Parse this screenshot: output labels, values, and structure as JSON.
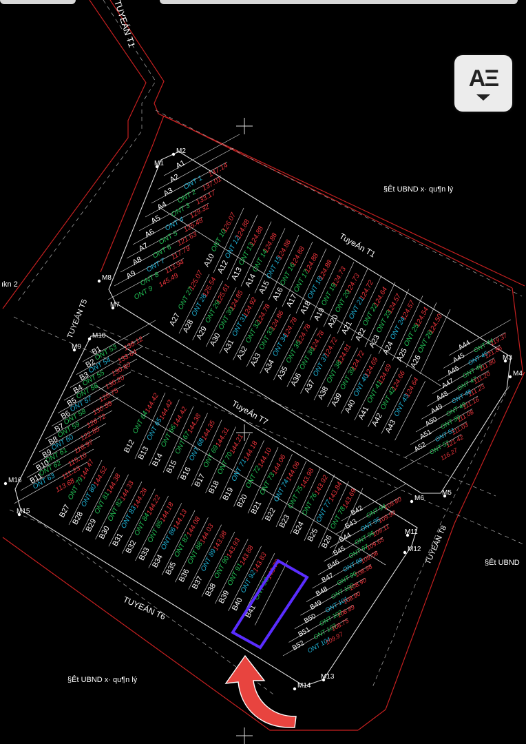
{
  "roads": {
    "t1_north": "TUYEÁN T1",
    "t1_middle": "TuyeÁn T1",
    "t5": "TUYEÁN T5",
    "t7": "TuyeÁn T7",
    "t8": "TUYEÁN T8",
    "t6": "TUYEÁN T6"
  },
  "annotations": {
    "land_top_right": "§Êt UBND x· qu¶n lý",
    "land_bottom_left": "§Êt UBND x· qu¶n lý",
    "land_right_edge": "§Êt UBND",
    "left_edge": "ıkn 2"
  },
  "toolbar": {
    "text_style_label": "AΞ"
  },
  "markers": [
    "M1",
    "M2",
    "M3",
    "M4",
    "M5",
    "M6",
    "M7",
    "M8",
    "M9",
    "M10",
    "M11",
    "M12",
    "M13",
    "M14",
    "M15",
    "M16"
  ],
  "highlight": {
    "lots": [
      "B40",
      "B41"
    ],
    "color": "#5a2dff"
  },
  "arrow": {
    "color": "#e8443f"
  },
  "colors": {
    "lot_label": "#ffffff",
    "land_use": "#22c055",
    "land_use_alt": "#1fb4d8",
    "area": "#e8333a",
    "boundary": "#cc2222",
    "lot_line": "#cfcfcf"
  },
  "blocks": {
    "A": {
      "left": [
        {
          "lot": "A1",
          "code": "",
          "area": ""
        },
        {
          "lot": "A2",
          "code": "ONT 1",
          "area": "147.14"
        },
        {
          "lot": "A3",
          "code": "ONT 2",
          "area": "137.01"
        },
        {
          "lot": "A4",
          "code": "ONT 3",
          "area": "133.17"
        },
        {
          "lot": "A5",
          "code": "ONT 4",
          "area": "129.32"
        },
        {
          "lot": "A6",
          "code": "ONT 5",
          "area": "125.48"
        },
        {
          "lot": "A7",
          "code": "ONT 6",
          "area": "121.63"
        },
        {
          "lot": "A8",
          "code": "ONT 7",
          "area": "117.79"
        },
        {
          "lot": "A9",
          "code": "ONT 8",
          "area": "113.94"
        },
        {
          "lot": "",
          "code": "ONT 9",
          "area": "145.49"
        }
      ],
      "north": [
        {
          "lot": "A10",
          "code": "ONT 10",
          "area": "126.07"
        },
        {
          "lot": "A12",
          "code": "ONT 12",
          "area": "124.88"
        },
        {
          "lot": "A13",
          "code": "ONT 13",
          "area": "124.88"
        },
        {
          "lot": "A14",
          "code": "ONT 14",
          "area": "124.88"
        },
        {
          "lot": "A15",
          "code": "ONT 15",
          "area": "124.88"
        },
        {
          "lot": "A16",
          "code": "ONT 16",
          "area": "124.88"
        },
        {
          "lot": "A17",
          "code": "ONT 17",
          "area": "124.88"
        },
        {
          "lot": "A18",
          "code": "ONT 18",
          "area": "124.88"
        },
        {
          "lot": "A19",
          "code": "ONT 19",
          "area": "124.73"
        },
        {
          "lot": "A20",
          "code": "ONT 20",
          "area": "124.73"
        },
        {
          "lot": "A21",
          "code": "ONT 21",
          "area": "124.72"
        },
        {
          "lot": "A22",
          "code": "ONT 22",
          "area": "124.64"
        },
        {
          "lot": "A23",
          "code": "ONT 23",
          "area": "124.57"
        },
        {
          "lot": "A24",
          "code": "ONT 24",
          "area": "124.57"
        },
        {
          "lot": "A25",
          "code": "ONT 25",
          "area": "124.54"
        },
        {
          "lot": "A26",
          "code": "ONT 26",
          "area": "124.50"
        }
      ],
      "south": [
        {
          "lot": "A27",
          "code": "ONT 27",
          "area": "125.07"
        },
        {
          "lot": "A28",
          "code": "ONT 28",
          "area": "125.54"
        },
        {
          "lot": "A29",
          "code": "ONT 29",
          "area": "125.61"
        },
        {
          "lot": "A30",
          "code": "ONT 30",
          "area": "124.85"
        },
        {
          "lot": "A31",
          "code": "ONT 31",
          "area": "124.92"
        },
        {
          "lot": "A32",
          "code": "ONT 32",
          "area": "124.78"
        },
        {
          "lot": "A33",
          "code": "ONT 33",
          "area": "124.86"
        },
        {
          "lot": "A34",
          "code": "ONT 34",
          "area": "124.78"
        },
        {
          "lot": "A35",
          "code": "ONT 35",
          "area": "124.78"
        },
        {
          "lot": "A36",
          "code": "ONT 36",
          "area": "124.78"
        },
        {
          "lot": "A37",
          "code": "ONT 37",
          "area": "124.72"
        },
        {
          "lot": "A38",
          "code": "ONT 38",
          "area": "124.81"
        },
        {
          "lot": "A39",
          "code": "ONT 39",
          "area": "124.72"
        },
        {
          "lot": "A40",
          "code": "ONT 40",
          "area": "124.69"
        },
        {
          "lot": "A41",
          "code": "ONT 41",
          "area": "124.69"
        },
        {
          "lot": "A42",
          "code": "ONT 42",
          "area": "124.66"
        },
        {
          "lot": "A43",
          "code": "ONT 43",
          "area": "124.64"
        }
      ],
      "right": [
        {
          "lot": "A44",
          "code": "ONT 44",
          "area": "119.37"
        },
        {
          "lot": "A45",
          "code": "ONT 45",
          "area": "121.86"
        },
        {
          "lot": "A46",
          "code": "ONT 46",
          "area": "111.80"
        },
        {
          "lot": "A47",
          "code": "ONT 47",
          "area": "111.20"
        },
        {
          "lot": "A48",
          "code": "ONT 48",
          "area": "111.23"
        },
        {
          "lot": "A49",
          "code": "ONT 49",
          "area": "111.16"
        },
        {
          "lot": "A50",
          "code": "ONT 50",
          "area": "111.08"
        },
        {
          "lot": "A51",
          "code": "ONT 51",
          "area": "111.03"
        },
        {
          "lot": "A52",
          "code": "ONT 52",
          "area": "121.42"
        },
        {
          "lot": "",
          "code": "",
          "area": "116.27"
        }
      ]
    },
    "B": {
      "left": [
        {
          "lot": "B1",
          "code": "ONT 53",
          "area": "136.12"
        },
        {
          "lot": "B2",
          "code": "ONT 54",
          "area": "133.64"
        },
        {
          "lot": "B3",
          "code": "ONT 55",
          "area": "130.60"
        },
        {
          "lot": "B4",
          "code": "ONT 56",
          "area": "130.20"
        },
        {
          "lot": "B5",
          "code": "ONT 57",
          "area": "126.75"
        },
        {
          "lot": "B6",
          "code": "ONT 58",
          "area": "130.59"
        },
        {
          "lot": "B7",
          "code": "ONT 59",
          "area": "126.72"
        },
        {
          "lot": "B8",
          "code": "ONT 60",
          "area": "122.85"
        },
        {
          "lot": "B9",
          "code": "ONT 61",
          "area": "118.97"
        },
        {
          "lot": "B10",
          "code": "ONT 62",
          "area": "115.10"
        },
        {
          "lot": "B11",
          "code": "ONT 63",
          "area": "111.23"
        },
        {
          "lot": "",
          "code": "",
          "area": "113.68"
        }
      ],
      "north": [
        {
          "lot": "B12",
          "code": "ONT 64",
          "area": "144.42"
        },
        {
          "lot": "B13",
          "code": "ONT 65",
          "area": "144.42"
        },
        {
          "lot": "B14",
          "code": "ONT 66",
          "area": "144.42"
        },
        {
          "lot": "B15",
          "code": "ONT 67",
          "area": "144.38"
        },
        {
          "lot": "B16",
          "code": "ONT 68",
          "area": "144.35"
        },
        {
          "lot": "B17",
          "code": "ONT 69",
          "area": "144.31"
        },
        {
          "lot": "B18",
          "code": "ONT 70",
          "area": "144.21"
        },
        {
          "lot": "B19",
          "code": "ONT 71",
          "area": "144.18"
        },
        {
          "lot": "B20",
          "code": "ONT 72",
          "area": "144.10"
        },
        {
          "lot": "B21",
          "code": "ONT 73",
          "area": "144.06"
        },
        {
          "lot": "B22",
          "code": "ONT 74",
          "area": "144.06"
        },
        {
          "lot": "B23",
          "code": "ONT 75",
          "area": "143.98"
        },
        {
          "lot": "B24",
          "code": "ONT 76",
          "area": "143.92"
        },
        {
          "lot": "B25",
          "code": "ONT 77",
          "area": "143.84"
        },
        {
          "lot": "B26",
          "code": "ONT 78",
          "area": "143.69"
        }
      ],
      "south": [
        {
          "lot": "B27",
          "code": "ONT 79",
          "area": "144.47"
        },
        {
          "lot": "B28",
          "code": "ONT 80",
          "area": "144.52"
        },
        {
          "lot": "B29",
          "code": "ONT 81",
          "area": "144.38"
        },
        {
          "lot": "B30",
          "code": "ONT 82",
          "area": "144.33"
        },
        {
          "lot": "B31",
          "code": "ONT 83",
          "area": "144.28"
        },
        {
          "lot": "B32",
          "code": "ONT 84",
          "area": "144.22"
        },
        {
          "lot": "B33",
          "code": "ONT 85",
          "area": "144.18"
        },
        {
          "lot": "B34",
          "code": "ONT 86",
          "area": "144.13"
        },
        {
          "lot": "B35",
          "code": "ONT 87",
          "area": "144.08"
        },
        {
          "lot": "B36",
          "code": "ONT 88",
          "area": "144.03"
        },
        {
          "lot": "B37",
          "code": "ONT 89",
          "area": "143.98"
        },
        {
          "lot": "B38",
          "code": "ONT 90",
          "area": "143.93"
        },
        {
          "lot": "B39",
          "code": "ONT 91",
          "area": "143.88"
        },
        {
          "lot": "B40",
          "code": "ONT 92",
          "area": "143.83"
        },
        {
          "lot": "B41",
          "code": "ONT 93",
          "area": "143.70"
        }
      ],
      "right": [
        {
          "lot": "B42",
          "code": "ONT 94",
          "area": "109.80"
        },
        {
          "lot": "B43",
          "code": "ONT 95",
          "area": "109.90"
        },
        {
          "lot": "B44",
          "code": "ONT 96",
          "area": "109.11"
        },
        {
          "lot": "B45",
          "code": "ONT 97",
          "area": "109.65"
        },
        {
          "lot": "B46",
          "code": "ONT 98",
          "area": "109.08"
        },
        {
          "lot": "B47",
          "code": "ONT 99",
          "area": "108.98"
        },
        {
          "lot": "B48",
          "code": "ONT 100",
          "area": "108.90"
        },
        {
          "lot": "B49",
          "code": "ONT 101",
          "area": "108.90"
        },
        {
          "lot": "B50",
          "code": "ONT 102",
          "area": "108.89"
        },
        {
          "lot": "B51",
          "code": "ONT 103",
          "area": "108.75"
        },
        {
          "lot": "B52",
          "code": "ONT 104",
          "area": "109.97"
        }
      ]
    }
  }
}
